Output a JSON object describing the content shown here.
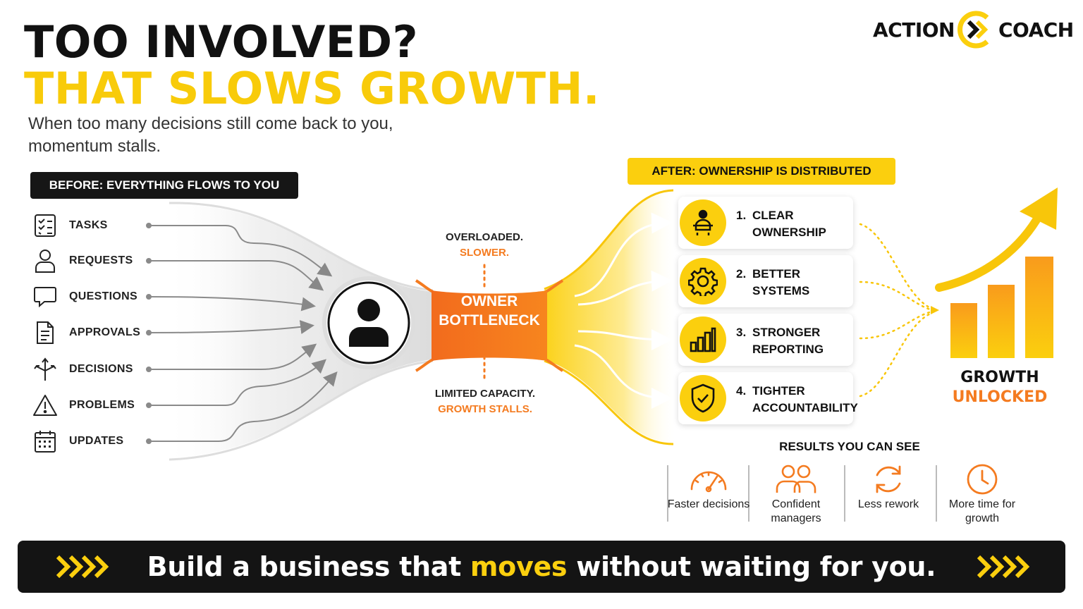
{
  "logo": {
    "left": "ACTION",
    "right": "COACH"
  },
  "header": {
    "title_line1": "TOO INVOLVED?",
    "title_line2": "THAT SLOWS GROWTH.",
    "subtitle": "When too many decisions still come back to you, momentum stalls."
  },
  "before": {
    "label": "BEFORE: EVERYTHING FLOWS TO YOU",
    "items": [
      {
        "label": "TASKS",
        "icon": "checklist-icon"
      },
      {
        "label": "REQUESTS",
        "icon": "person-icon"
      },
      {
        "label": "QUESTIONS",
        "icon": "speech-bubble-icon"
      },
      {
        "label": "APPROVALS",
        "icon": "document-icon"
      },
      {
        "label": "DECISIONS",
        "icon": "split-arrows-icon"
      },
      {
        "label": "PROBLEMS",
        "icon": "warning-icon"
      },
      {
        "label": "UPDATES",
        "icon": "calendar-icon"
      }
    ]
  },
  "center": {
    "owner_icon": "owner-person-icon",
    "top_note_1": "OVERLOADED.",
    "top_note_2": "SLOWER.",
    "bottleneck_1": "OWNER",
    "bottleneck_2": "BOTTLENECK",
    "bottom_note_1": "LIMITED CAPACITY.",
    "bottom_note_2": "GROWTH STALLS."
  },
  "after": {
    "label": "AFTER: OWNERSHIP IS DISTRIBUTED",
    "steps": [
      {
        "num": "1.",
        "title": "CLEAR OWNERSHIP",
        "icon": "person-at-desk-icon"
      },
      {
        "num": "2.",
        "title": "BETTER SYSTEMS",
        "icon": "gear-icon"
      },
      {
        "num": "3.",
        "title": "STRONGER REPORTING",
        "icon": "bar-chart-icon"
      },
      {
        "num": "4.",
        "title": "TIGHTER ACCOUNTABILITY",
        "icon": "shield-check-icon"
      }
    ]
  },
  "growth": {
    "line1": "GROWTH",
    "line2": "UNLOCKED",
    "icon": "growth-bars-arrow-icon"
  },
  "results": {
    "heading": "RESULTS YOU CAN SEE",
    "items": [
      {
        "label": "Faster decisions",
        "icon": "speedometer-icon"
      },
      {
        "label": "Confident managers",
        "icon": "people-icon"
      },
      {
        "label": "Less rework",
        "icon": "refresh-icon"
      },
      {
        "label": "More time for growth",
        "icon": "clock-icon"
      }
    ]
  },
  "banner": {
    "pre": "Build a business that ",
    "highlight": "moves",
    "post": " without waiting for you."
  },
  "colors": {
    "yellow": "#FBCF0E",
    "orange": "#F47B20",
    "dark": "#141414"
  }
}
